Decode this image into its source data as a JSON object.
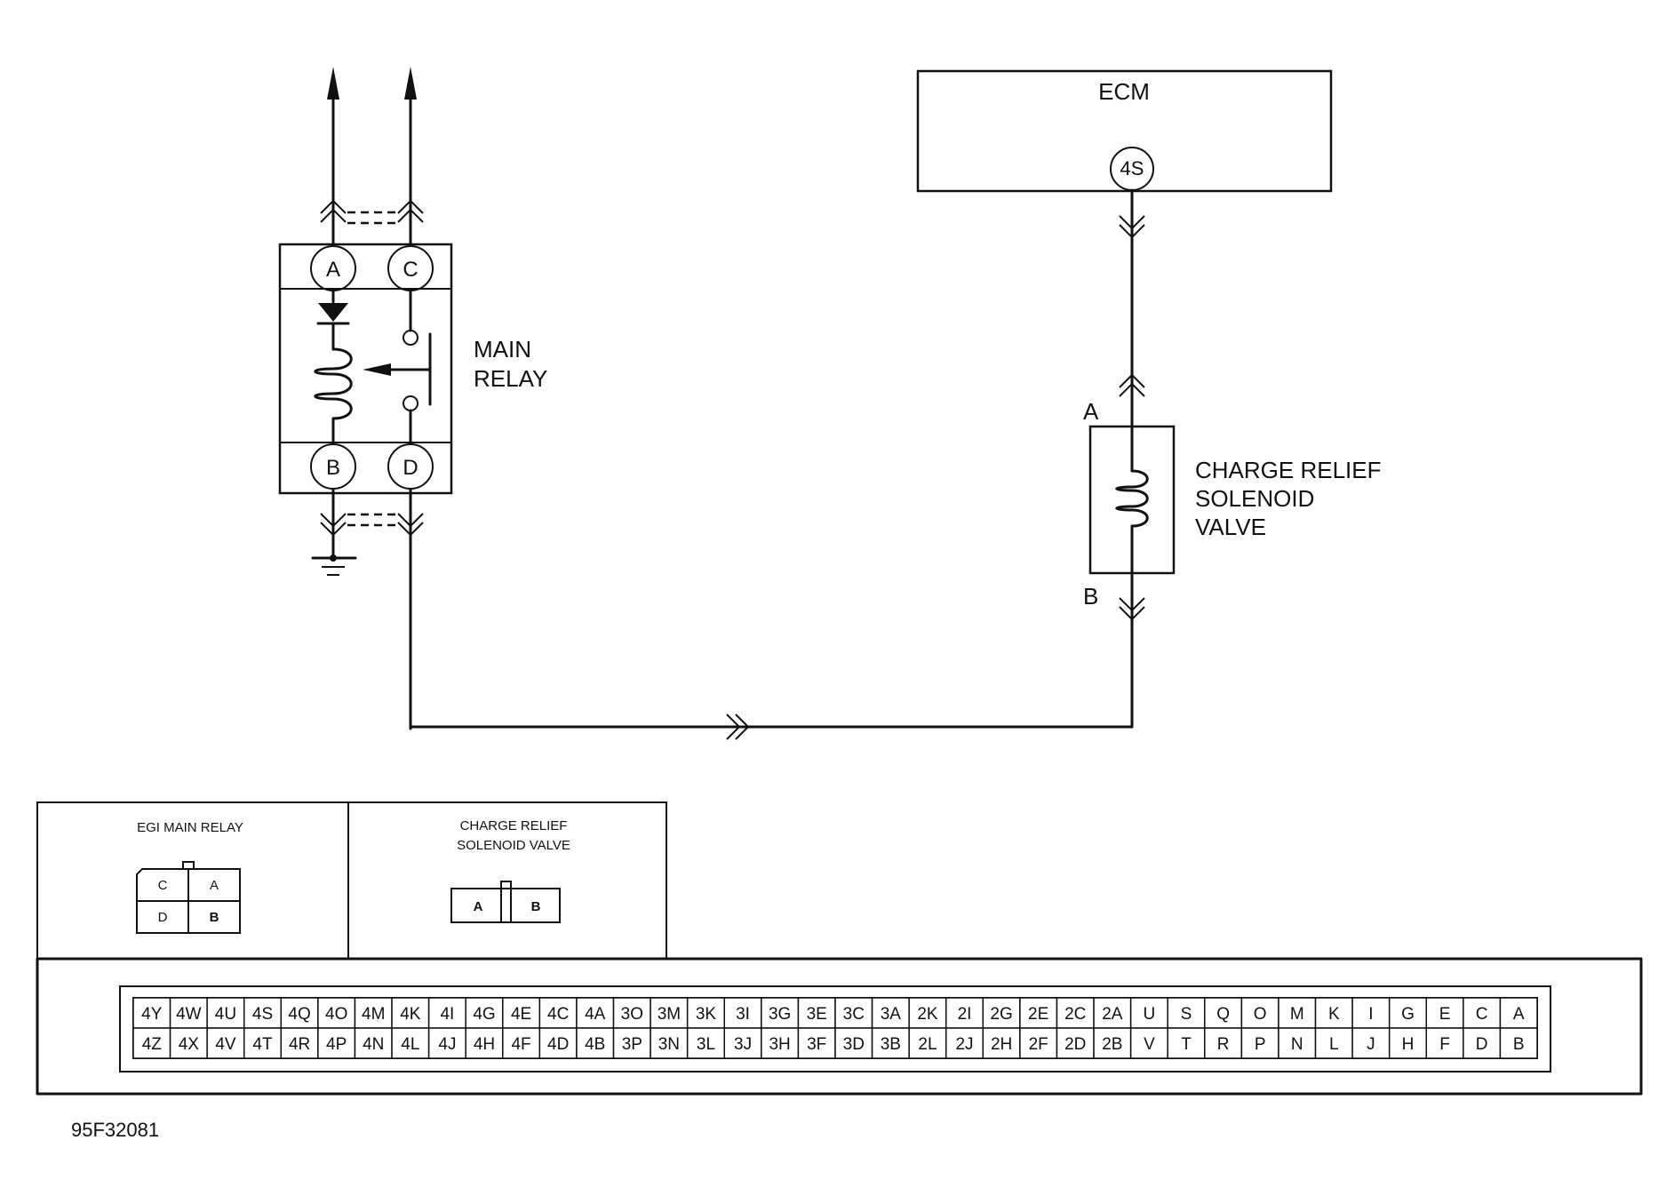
{
  "ecm": {
    "title": "ECM",
    "pin": "4S"
  },
  "main_relay": {
    "label_line1": "MAIN",
    "label_line2": "RELAY",
    "terminals": {
      "a": "A",
      "b": "B",
      "c": "C",
      "d": "D"
    }
  },
  "solenoid": {
    "label_line1": "CHARGE RELIEF",
    "label_line2": "SOLENOID",
    "label_line3": "VALVE",
    "terminal_a": "A",
    "terminal_b": "B"
  },
  "connectors": {
    "egi_title": "EGI MAIN RELAY",
    "egi_pins": {
      "c": "C",
      "a": "A",
      "d": "D",
      "b": "B"
    },
    "valve_title_line1": "CHARGE RELIEF",
    "valve_title_line2": "SOLENOID VALVE",
    "valve_pins": {
      "a": "A",
      "b": "B"
    }
  },
  "ecm_connector": {
    "row_top": [
      "4Y",
      "4W",
      "4U",
      "4S",
      "4Q",
      "4O",
      "4M",
      "4K",
      "4I",
      "4G",
      "4E",
      "4C",
      "4A",
      "3O",
      "3M",
      "3K",
      "3I",
      "3G",
      "3E",
      "3C",
      "3A",
      "2K",
      "2I",
      "2G",
      "2E",
      "2C",
      "2A",
      "U",
      "S",
      "Q",
      "O",
      "M",
      "K",
      "I",
      "G",
      "E",
      "C",
      "A"
    ],
    "row_bottom": [
      "4Z",
      "4X",
      "4V",
      "4T",
      "4R",
      "4P",
      "4N",
      "4L",
      "4J",
      "4H",
      "4F",
      "4D",
      "4B",
      "3P",
      "3N",
      "3L",
      "3J",
      "3H",
      "3F",
      "3D",
      "3B",
      "2L",
      "2J",
      "2H",
      "2F",
      "2D",
      "2B",
      "V",
      "T",
      "R",
      "P",
      "N",
      "L",
      "J",
      "H",
      "F",
      "D",
      "B"
    ]
  },
  "figure_id": "95F32081"
}
